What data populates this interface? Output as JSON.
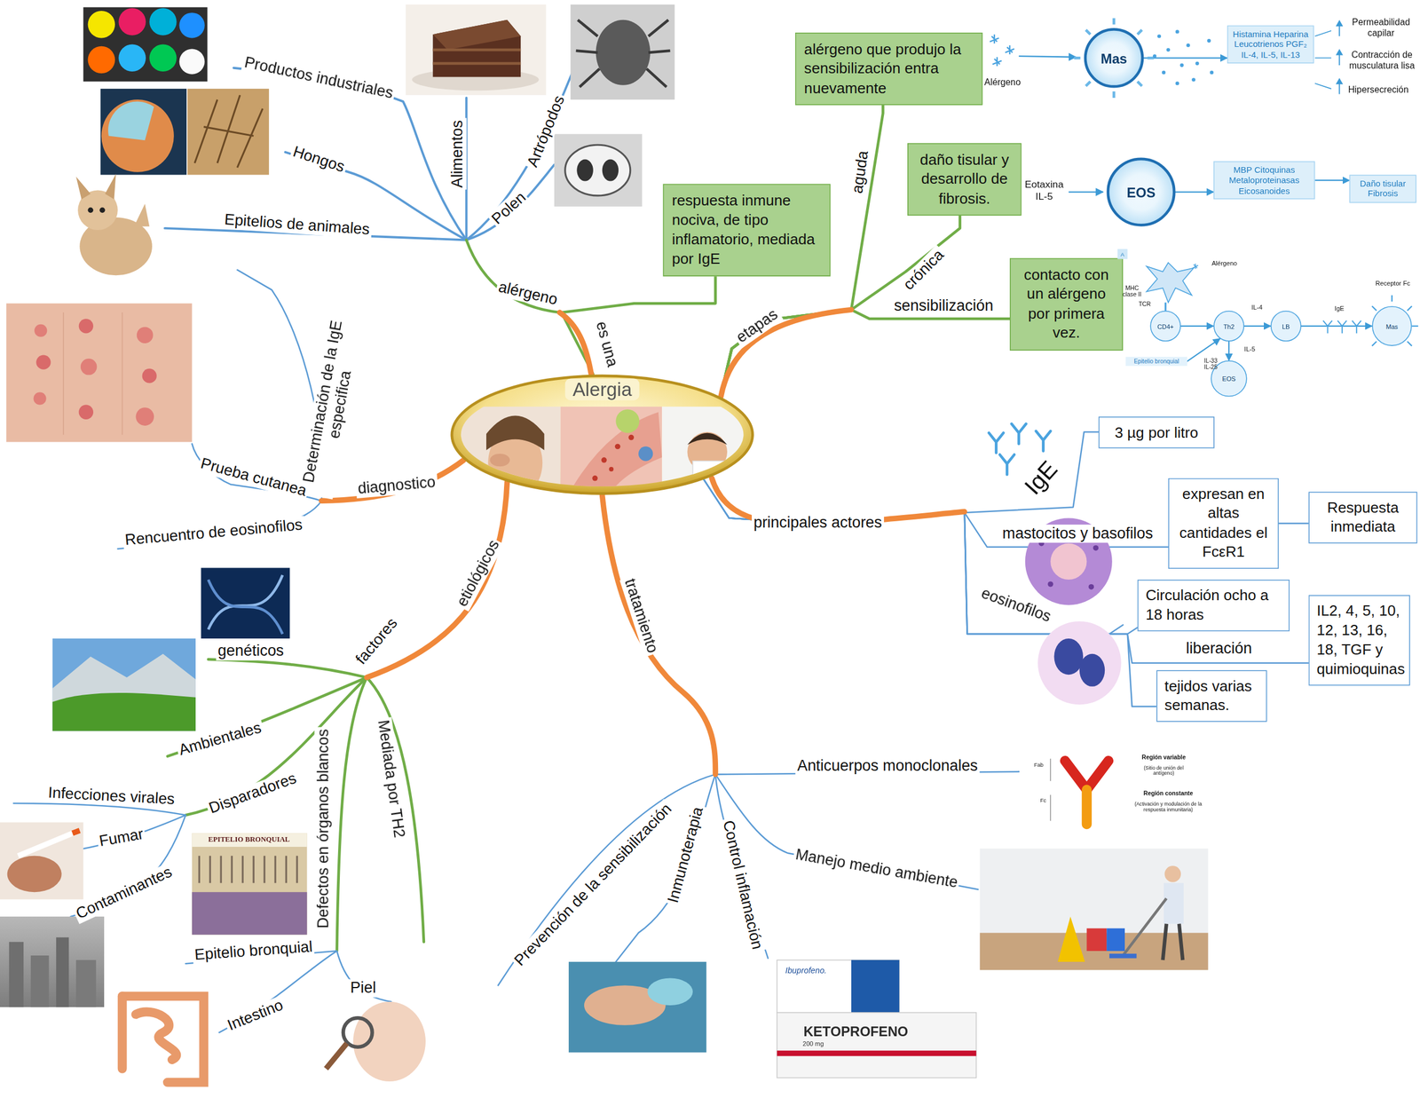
{
  "diagram": {
    "nodes": [
      {
        "text": [
          "Alergia"
        ]
      },
      {
        "text": [
          "respuesta inmune nociva, de tipo inflamatorio, mediada por IgE"
        ]
      },
      {
        "text": [
          "alérgeno que produjo la sensibilización entra nuevamente"
        ]
      },
      {
        "text": [
          "Mas"
        ]
      },
      {
        "text": [
          "Histamina Heparina Leucotrienos PGF₂ IL-4, IL-5, IL-13"
        ]
      },
      {
        "text": [
          "daño tisular y desarrollo de fibrosis."
        ]
      },
      {
        "text": [
          "EOS"
        ]
      },
      {
        "text": [
          "MBP Citoquinas Metaloproteinasas Eicosanoides"
        ]
      },
      {
        "text": [
          "Daño tisular Fibrosis"
        ]
      },
      {
        "text": [
          "contacto con un alérgeno por primera vez."
        ]
      },
      {
        "text": [
          "A"
        ]
      },
      {
        "text": [
          "CD4+"
        ]
      },
      {
        "text": [
          "Th2"
        ]
      },
      {
        "text": [
          "LB"
        ]
      },
      {
        "text": [
          "Mas"
        ]
      },
      {
        "text": [
          "Epitelio bronquial"
        ]
      },
      {
        "text": [
          "EOS"
        ]
      },
      {
        "text": [
          "3 µg por litro"
        ]
      },
      {
        "text": [
          "expresan en altas cantidades el FcεR1"
        ]
      },
      {
        "text": [
          "Respuesta inmediata"
        ]
      },
      {
        "text": [
          "Circulación ocho a 18 horas"
        ]
      },
      {
        "text": [
          "IL2, 4, 5, 10, 12, 13, 16, 18, TGF y quimioquinas"
        ]
      },
      {
        "text": [
          "tejidos varias semanas."
        ]
      }
    ],
    "edges": [
      {
        "from": 0,
        "to": 1,
        "arrow": "none"
      },
      {
        "from": 0,
        "to": 2,
        "arrow": "none"
      },
      {
        "from": 0,
        "to": 5,
        "arrow": "none"
      },
      {
        "from": 0,
        "to": 9,
        "arrow": "none"
      },
      {
        "from": 3,
        "to": 4,
        "arrow": "to"
      },
      {
        "from": 6,
        "to": 7,
        "arrow": "to"
      },
      {
        "from": 7,
        "to": 8,
        "arrow": "to"
      },
      {
        "from": 11,
        "to": 12,
        "arrow": "to"
      },
      {
        "from": 12,
        "to": 13,
        "arrow": "to"
      },
      {
        "from": 13,
        "to": 14,
        "arrow": "to"
      },
      {
        "from": 12,
        "to": 16,
        "arrow": "to"
      },
      {
        "from": 15,
        "to": 12,
        "arrow": "to"
      },
      {
        "from": 0,
        "to": 17,
        "arrow": "none"
      },
      {
        "from": 0,
        "to": 18,
        "arrow": "none"
      },
      {
        "from": 18,
        "to": 19,
        "arrow": "none"
      },
      {
        "from": 0,
        "to": 20,
        "arrow": "none"
      },
      {
        "from": 0,
        "to": 21,
        "arrow": "none"
      },
      {
        "from": 0,
        "to": 22,
        "arrow": "none"
      }
    ],
    "labels": [
      "Productos industriales",
      "Hongos",
      "Epitelios de animales",
      "Alimentos",
      "Artrópodos",
      "Polen",
      "alérgeno",
      "es una",
      "Alérgeno",
      "Permeabilidad capilar",
      "Contracción de musculatura lisa",
      "Hipersecreción",
      "aguda",
      "Eotaxina IL-5",
      "etapas",
      "crónica",
      "sensibilización",
      "Alérgeno",
      "MHC clase II",
      "TCR",
      "IL-4",
      "IgE",
      "Receptor Fc",
      "IL-33 IL-25",
      "IL-5",
      "IgE",
      "principales actores",
      "mastocitos y basofilos",
      "eosinofilos",
      "liberación",
      "Determinación de la IgE especifica",
      "Prueba cutanea",
      "Rencuentro de eosinofilos",
      "diagnostico",
      "etiológicos",
      "factores",
      "genéticos",
      "Ambientales",
      "Disparadores",
      "Infecciones virales",
      "Fumar",
      "Contaminantes",
      "EPITELIO BRONQUIAL",
      "Epitelio bronquial",
      "Defectos en órganos blancos",
      "Mediada por TH2",
      "Intestino",
      "Piel",
      "tratamiento",
      "Anticuerpos monoclonales",
      "Fab",
      "Fc",
      "Región variable",
      "(Sitio de unión del antígeno)",
      "Región constante",
      "(Activación y modulación de la respuesta inmunitaria)",
      "Manejo medio ambiente",
      "Prevención de la sensibilización",
      "Inmunoterapia",
      "Control inflamación",
      "Ibuprofeno.",
      "KETOPROFENO",
      "200 mg"
    ]
  }
}
